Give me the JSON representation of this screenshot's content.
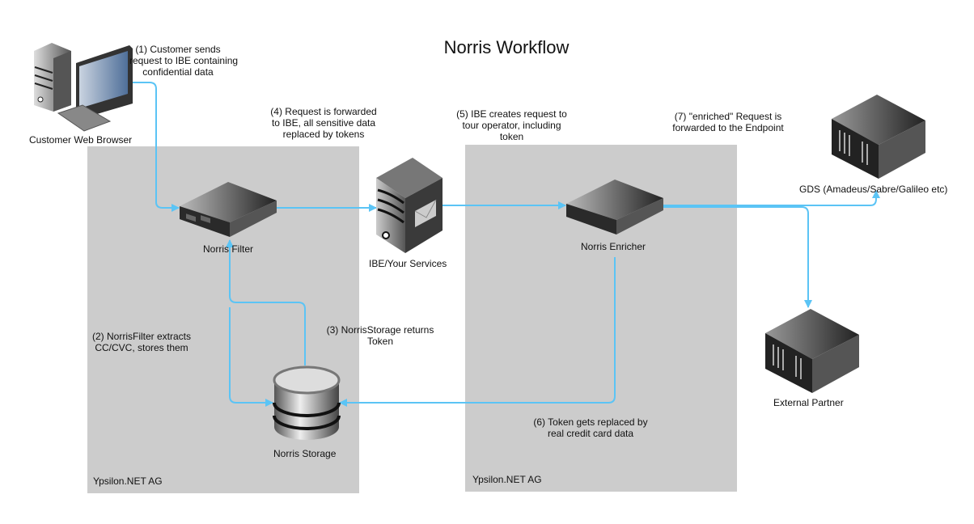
{
  "title": "Norris Workflow",
  "zones": [
    {
      "label": "Ypsilon.NET AG"
    },
    {
      "label": "Ypsilon.NET AG"
    }
  ],
  "nodes": {
    "browser": {
      "label": "Customer Web Browser",
      "icon": "desktop-computer-icon"
    },
    "filter": {
      "label": "Norris Filter",
      "icon": "rack-server-1u-icon"
    },
    "ibe": {
      "label": "IBE/Your Services",
      "icon": "mail-server-tower-icon"
    },
    "enricher": {
      "label": "Norris Enricher",
      "icon": "rack-server-1u-icon"
    },
    "storage": {
      "label": "Norris Storage",
      "icon": "database-icon"
    },
    "gds": {
      "label": "GDS (Amadeus/Sabre/Galileo etc)",
      "icon": "rack-server-4u-icon"
    },
    "partner": {
      "label": "External Partner",
      "icon": "rack-server-4u-icon"
    }
  },
  "steps": {
    "s1": [
      "(1) Customer sends",
      "request to IBE containing",
      "confidential data"
    ],
    "s2": [
      "(2) NorrisFilter extracts",
      "CC/CVC, stores them"
    ],
    "s3": [
      "(3) NorrisStorage returns",
      "Token"
    ],
    "s4": [
      "(4) Request is forwarded",
      "to IBE, all sensitive data",
      "replaced by tokens"
    ],
    "s5": [
      "(5) IBE creates request to",
      "tour operator, including",
      "token"
    ],
    "s6": [
      "(6) Token gets replaced by",
      "real credit card data"
    ],
    "s7": [
      "(7) \"enriched\" Request is",
      "forwarded to the Endpoint"
    ]
  },
  "colors": {
    "connector": "#5bc4f5",
    "zone": "#cccccc"
  }
}
